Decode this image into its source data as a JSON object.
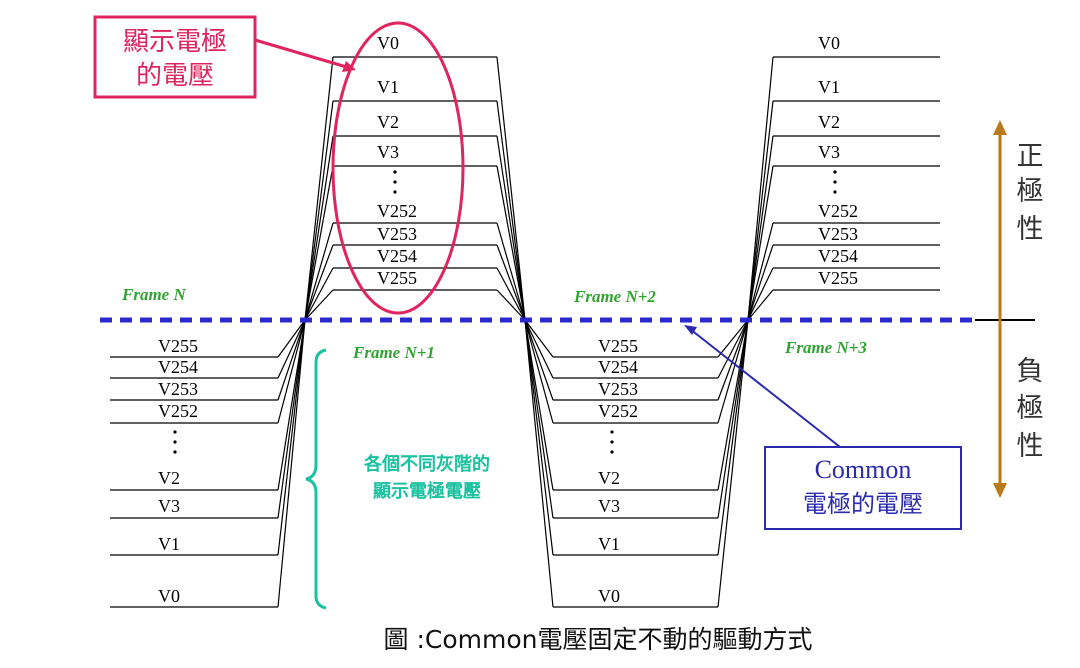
{
  "levels_top": [
    "V0",
    "V1",
    "V2",
    "V3",
    "V252",
    "V253",
    "V254",
    "V255"
  ],
  "levels_bottom": [
    "V255",
    "V254",
    "V253",
    "V252",
    "V2",
    "V3",
    "V1",
    "V0"
  ],
  "frames": [
    "Frame N",
    "Frame N+1",
    "Frame N+2",
    "Frame N+3"
  ],
  "callouts": {
    "pixel_voltage": [
      "顯示電極",
      "的電壓"
    ],
    "gray_levels": [
      "各個不同灰階的",
      "顯示電極電壓"
    ],
    "common_voltage": [
      "Common",
      "電極的電壓"
    ]
  },
  "polarity": {
    "positive": [
      "正",
      "極",
      "性"
    ],
    "negative": [
      "負",
      "極",
      "性"
    ]
  },
  "caption": "圖 :Common電壓固定不動的驅動方式",
  "colors": {
    "magenta": "#e0245e",
    "common_line": "#2a2ad0",
    "frame_label": "#2fa52f",
    "teal": "#19c2a0",
    "arrow": "#b87a1a",
    "callout_text": "#2a2ab0"
  }
}
